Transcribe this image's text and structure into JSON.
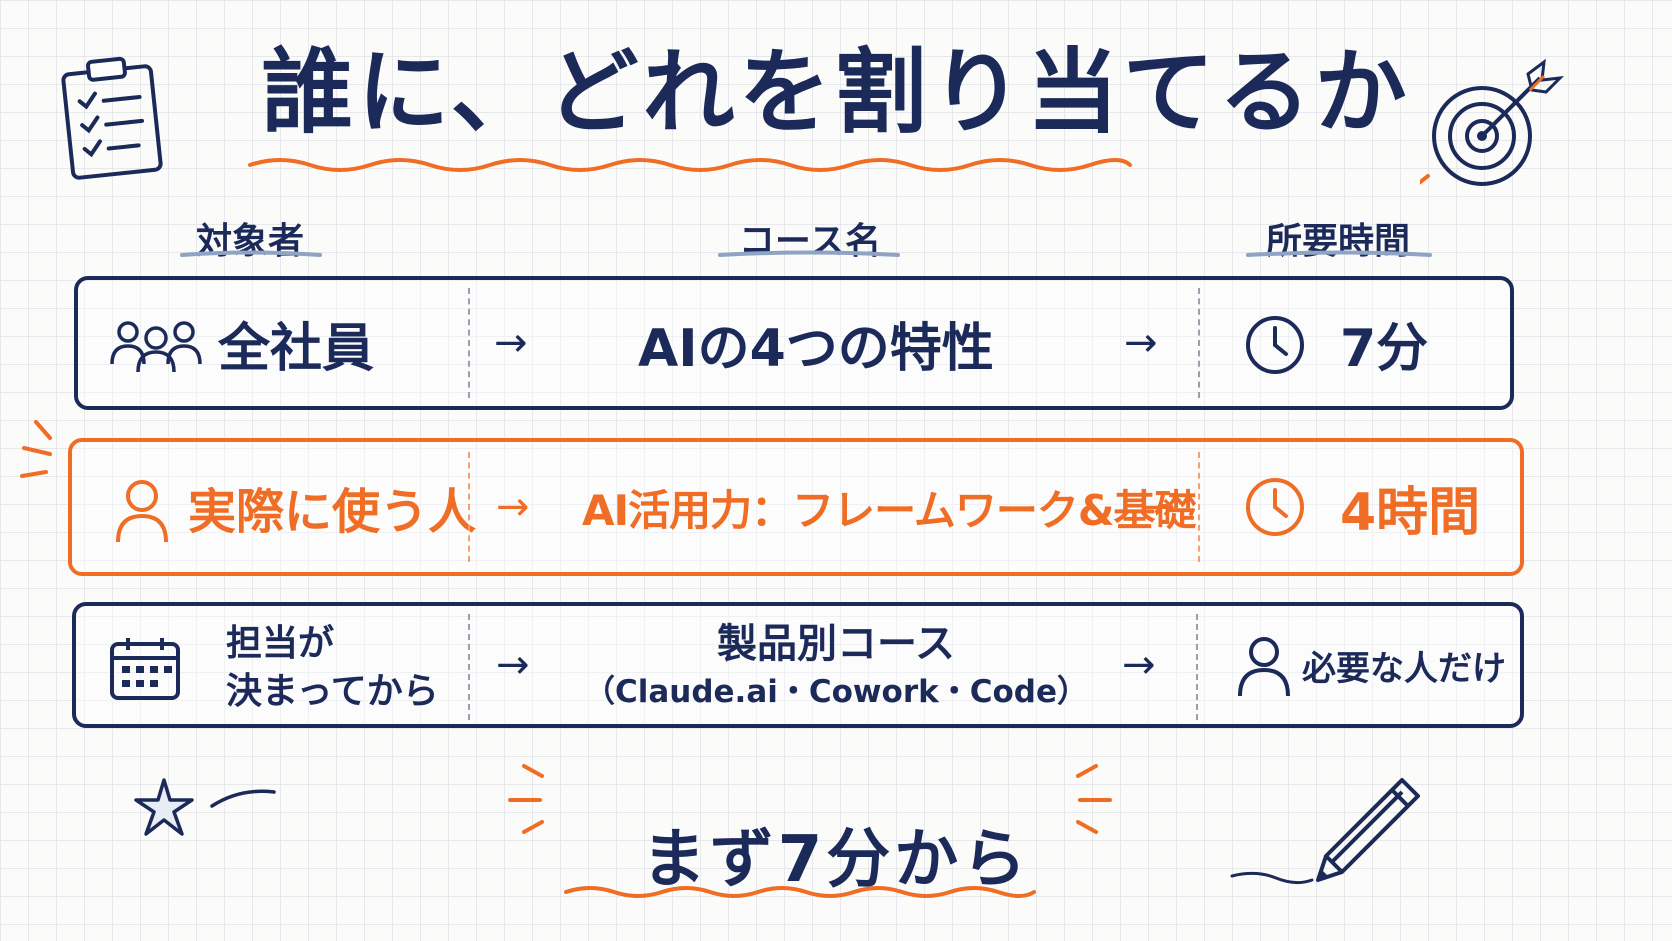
{
  "title": "誰に、どれを割り当てるか",
  "headers": {
    "target": "対象者",
    "course": "コース名",
    "duration": "所要時間"
  },
  "rows": [
    {
      "target": "全社員",
      "course": "AIの4つの特性",
      "duration": "7分",
      "target_icon": "people-icon",
      "duration_icon": "clock-icon",
      "highlight": false
    },
    {
      "target": "実際に使う人",
      "course": "AI活用力：フレームワーク&基礎",
      "duration": "4時間",
      "target_icon": "person-icon",
      "duration_icon": "clock-icon",
      "highlight": true
    },
    {
      "target_line1": "担当が",
      "target_line2": "決まってから",
      "course_line1": "製品別コース",
      "course_line2": "（Claude.ai・Cowork・Code）",
      "duration": "必要な人だけ",
      "target_icon": "calendar-icon",
      "duration_icon": "person-icon",
      "highlight": false
    }
  ],
  "arrow": "→",
  "footer": "まず7分から",
  "colors": {
    "navy": "#1c2a5a",
    "orange": "#f06d25",
    "underline_blue": "#8fa3c4"
  }
}
